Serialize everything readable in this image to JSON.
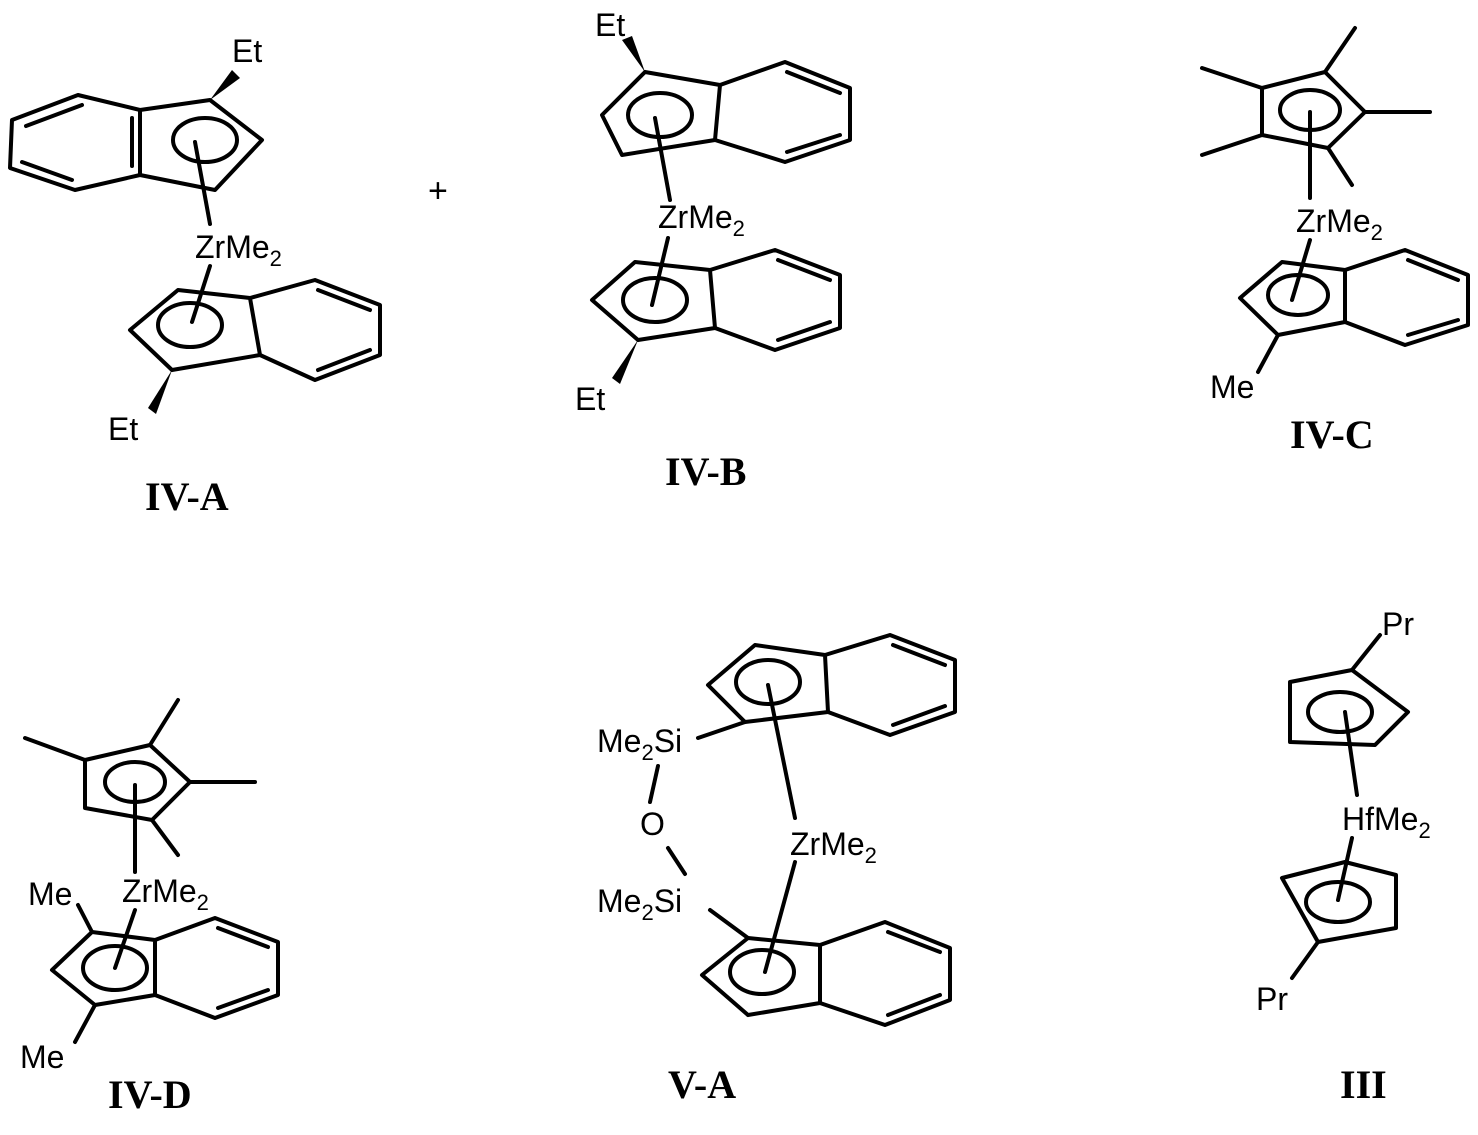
{
  "compounds": [
    {
      "id": "IV-A",
      "label": "IV-A",
      "metal": "ZrMe",
      "metal_sub": "2",
      "subs": [
        "Et",
        "Et"
      ]
    },
    {
      "id": "IV-B",
      "label": "IV-B",
      "metal": "ZrMe",
      "metal_sub": "2",
      "subs": [
        "Et",
        "Et"
      ]
    },
    {
      "id": "IV-C",
      "label": "IV-C",
      "metal": "ZrMe",
      "metal_sub": "2",
      "subs": [
        "Me"
      ]
    },
    {
      "id": "IV-D",
      "label": "IV-D",
      "metal": "ZrMe",
      "metal_sub": "2",
      "subs": [
        "Me",
        "Me"
      ]
    },
    {
      "id": "V-A",
      "label": "V-A",
      "metal": "ZrMe",
      "metal_sub": "2",
      "bridge": {
        "si_pre": "Me",
        "si_sub": "2",
        "si_post": "Si",
        "oxygen": "O"
      }
    },
    {
      "id": "III",
      "label": "III",
      "metal": "HfMe",
      "metal_sub": "2",
      "subs": [
        "Pr",
        "Pr"
      ]
    }
  ],
  "plus_sign": "+"
}
